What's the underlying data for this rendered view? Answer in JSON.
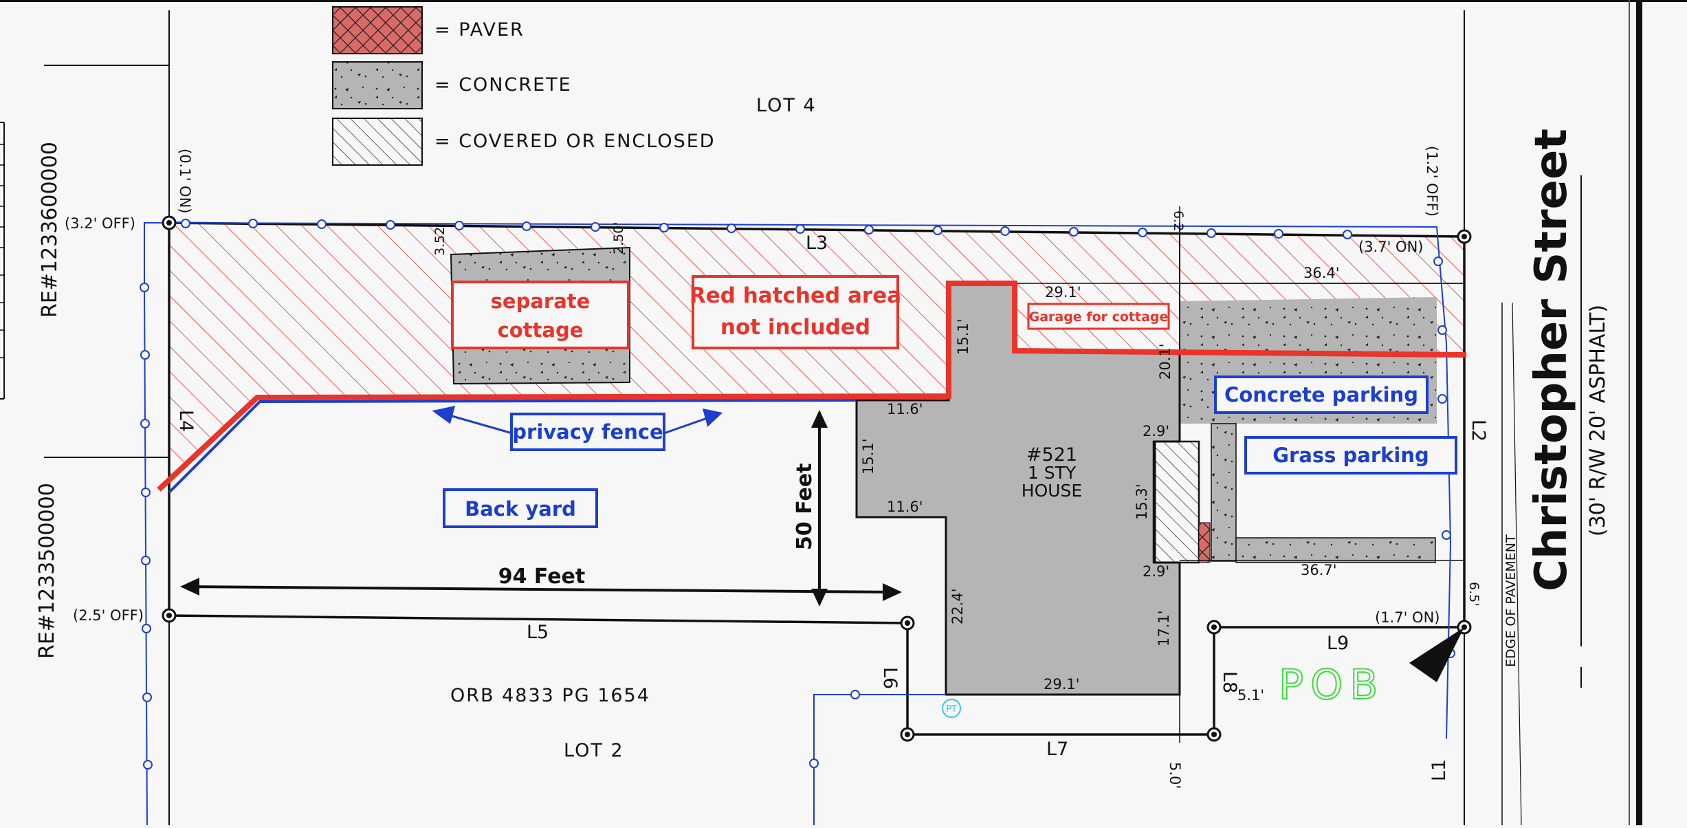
{
  "legend": {
    "paver": "=  PAVER",
    "concrete": "=  CONCRETE",
    "covered": "=  COVERED  OR  ENCLOSED"
  },
  "lots": {
    "lot4": "LOT 4",
    "lot2": "LOT 2",
    "orb": "ORB 4833 PG 1654"
  },
  "parcels": {
    "re_upper": "RE#1233600000",
    "re_lower": "RE#1233500000"
  },
  "corners": {
    "tl_off": "(3.2' OFF)",
    "tl_on": "(0.1' ON)",
    "tr_off": "(1.2' OFF)",
    "tr_on": "(3.7' ON)",
    "bl_off": "(2.5' OFF)",
    "br_on": "(1.7' ON)"
  },
  "lines": {
    "L1": "L1",
    "L2": "L2",
    "L3": "L3",
    "L4": "L4",
    "L5": "L5",
    "L6": "L6",
    "L7": "L7",
    "L8": "L8",
    "L9": "L9"
  },
  "dims": {
    "d352": "3.52'",
    "d250": "2.50'",
    "d62": "6.2'",
    "d364": "36.4'",
    "d291top": "29.1'",
    "d151a": "15.1'",
    "d201": "20.1'",
    "d116a": "11.6'",
    "d151b": "15.1'",
    "d116b": "11.6'",
    "d29a": "2.9'",
    "d153": "15.3'",
    "d29b": "2.9'",
    "d367": "36.7'",
    "d224": "22.4'",
    "d171": "17.1'",
    "d291bot": "29.1'",
    "d51": "5.1'",
    "d50": "5.0'",
    "d65": "6.5'"
  },
  "house": {
    "num": "#521",
    "sty": "1 STY",
    "type": "HOUSE"
  },
  "annotations": {
    "cottage_1": "separate",
    "cottage_2": "cottage",
    "red_1": "Red hatched area",
    "red_2": "not included",
    "garage": "Garage for cottage",
    "concrete_parking": "Concrete parking",
    "grass_parking": "Grass parking",
    "privacy_fence": "privacy fence",
    "back_yard": "Back yard",
    "feet94": "94 Feet",
    "feet50": "50 Feet"
  },
  "street": {
    "name": "Christopher Street",
    "row": "(30' R/W 20' ASPHALT)",
    "edge": "EDGE OF PAVEMENT"
  },
  "markers": {
    "pob": "POB",
    "pt": "PT"
  },
  "colors": {
    "red": "#e8342a",
    "blue": "#1c3fcf",
    "concrete": "#b5b5b5",
    "green": "#3ddc3d",
    "cyan": "#3cc6d8"
  }
}
